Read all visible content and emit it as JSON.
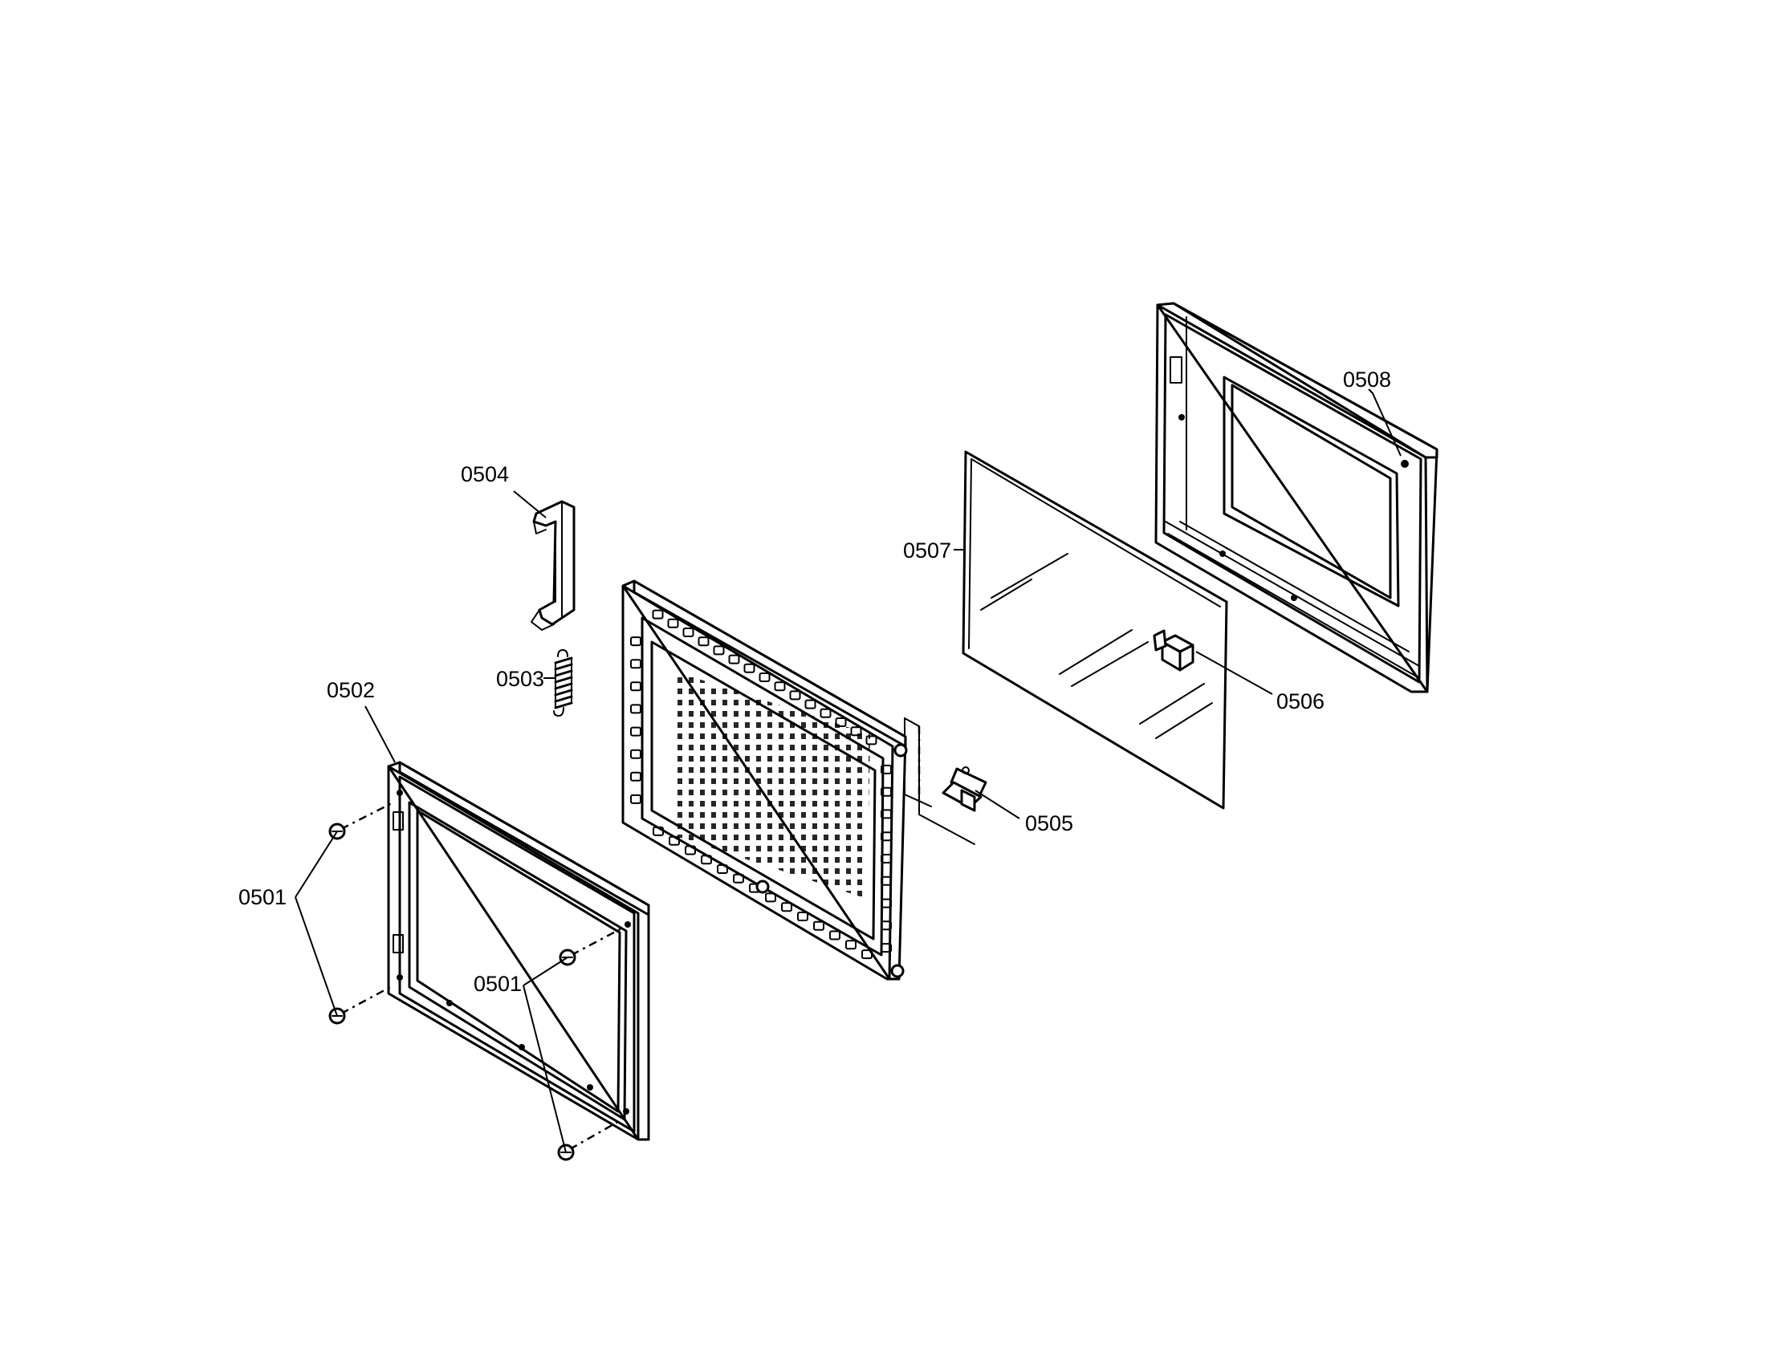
{
  "labels": {
    "p0501": "0501",
    "p0502": "0502",
    "p0503": "0503",
    "p0504": "0504",
    "p0505": "0505",
    "p0506": "0506",
    "p0507": "0507",
    "p0508": "0508"
  }
}
